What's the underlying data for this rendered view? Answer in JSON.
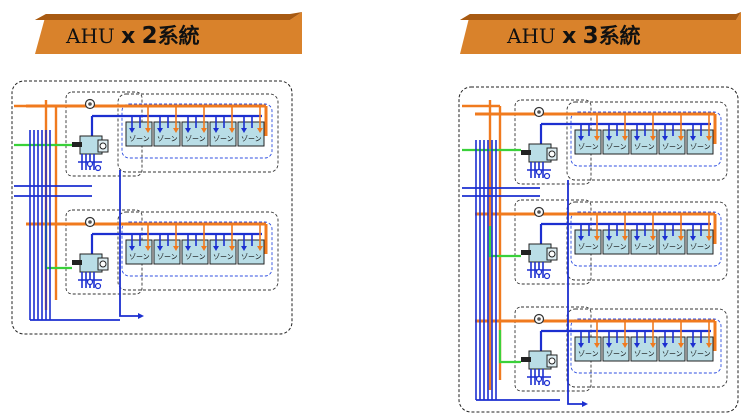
{
  "panels": [
    {
      "banner_prefix": "AHU",
      "banner_mult": "x",
      "banner_num": "2",
      "banner_kanji": "系統",
      "system_count": 2
    },
    {
      "banner_prefix": "AHU",
      "banner_mult": "x",
      "banner_num": "3",
      "banner_kanji": "系統",
      "system_count": 3
    }
  ],
  "zone_label": "ゾーン",
  "zone_label_short": "ゾーン",
  "zones_per_system": 5,
  "colors": {
    "banner_fill": "#d9822b",
    "banner_dark": "#a85a12",
    "hot_pipe": "#f07a1e",
    "supply_pipe": "#1c2fd0",
    "vent_pipe": "#3ad13a",
    "unit_fill": "#b9dde6",
    "boundary": "#222222"
  }
}
